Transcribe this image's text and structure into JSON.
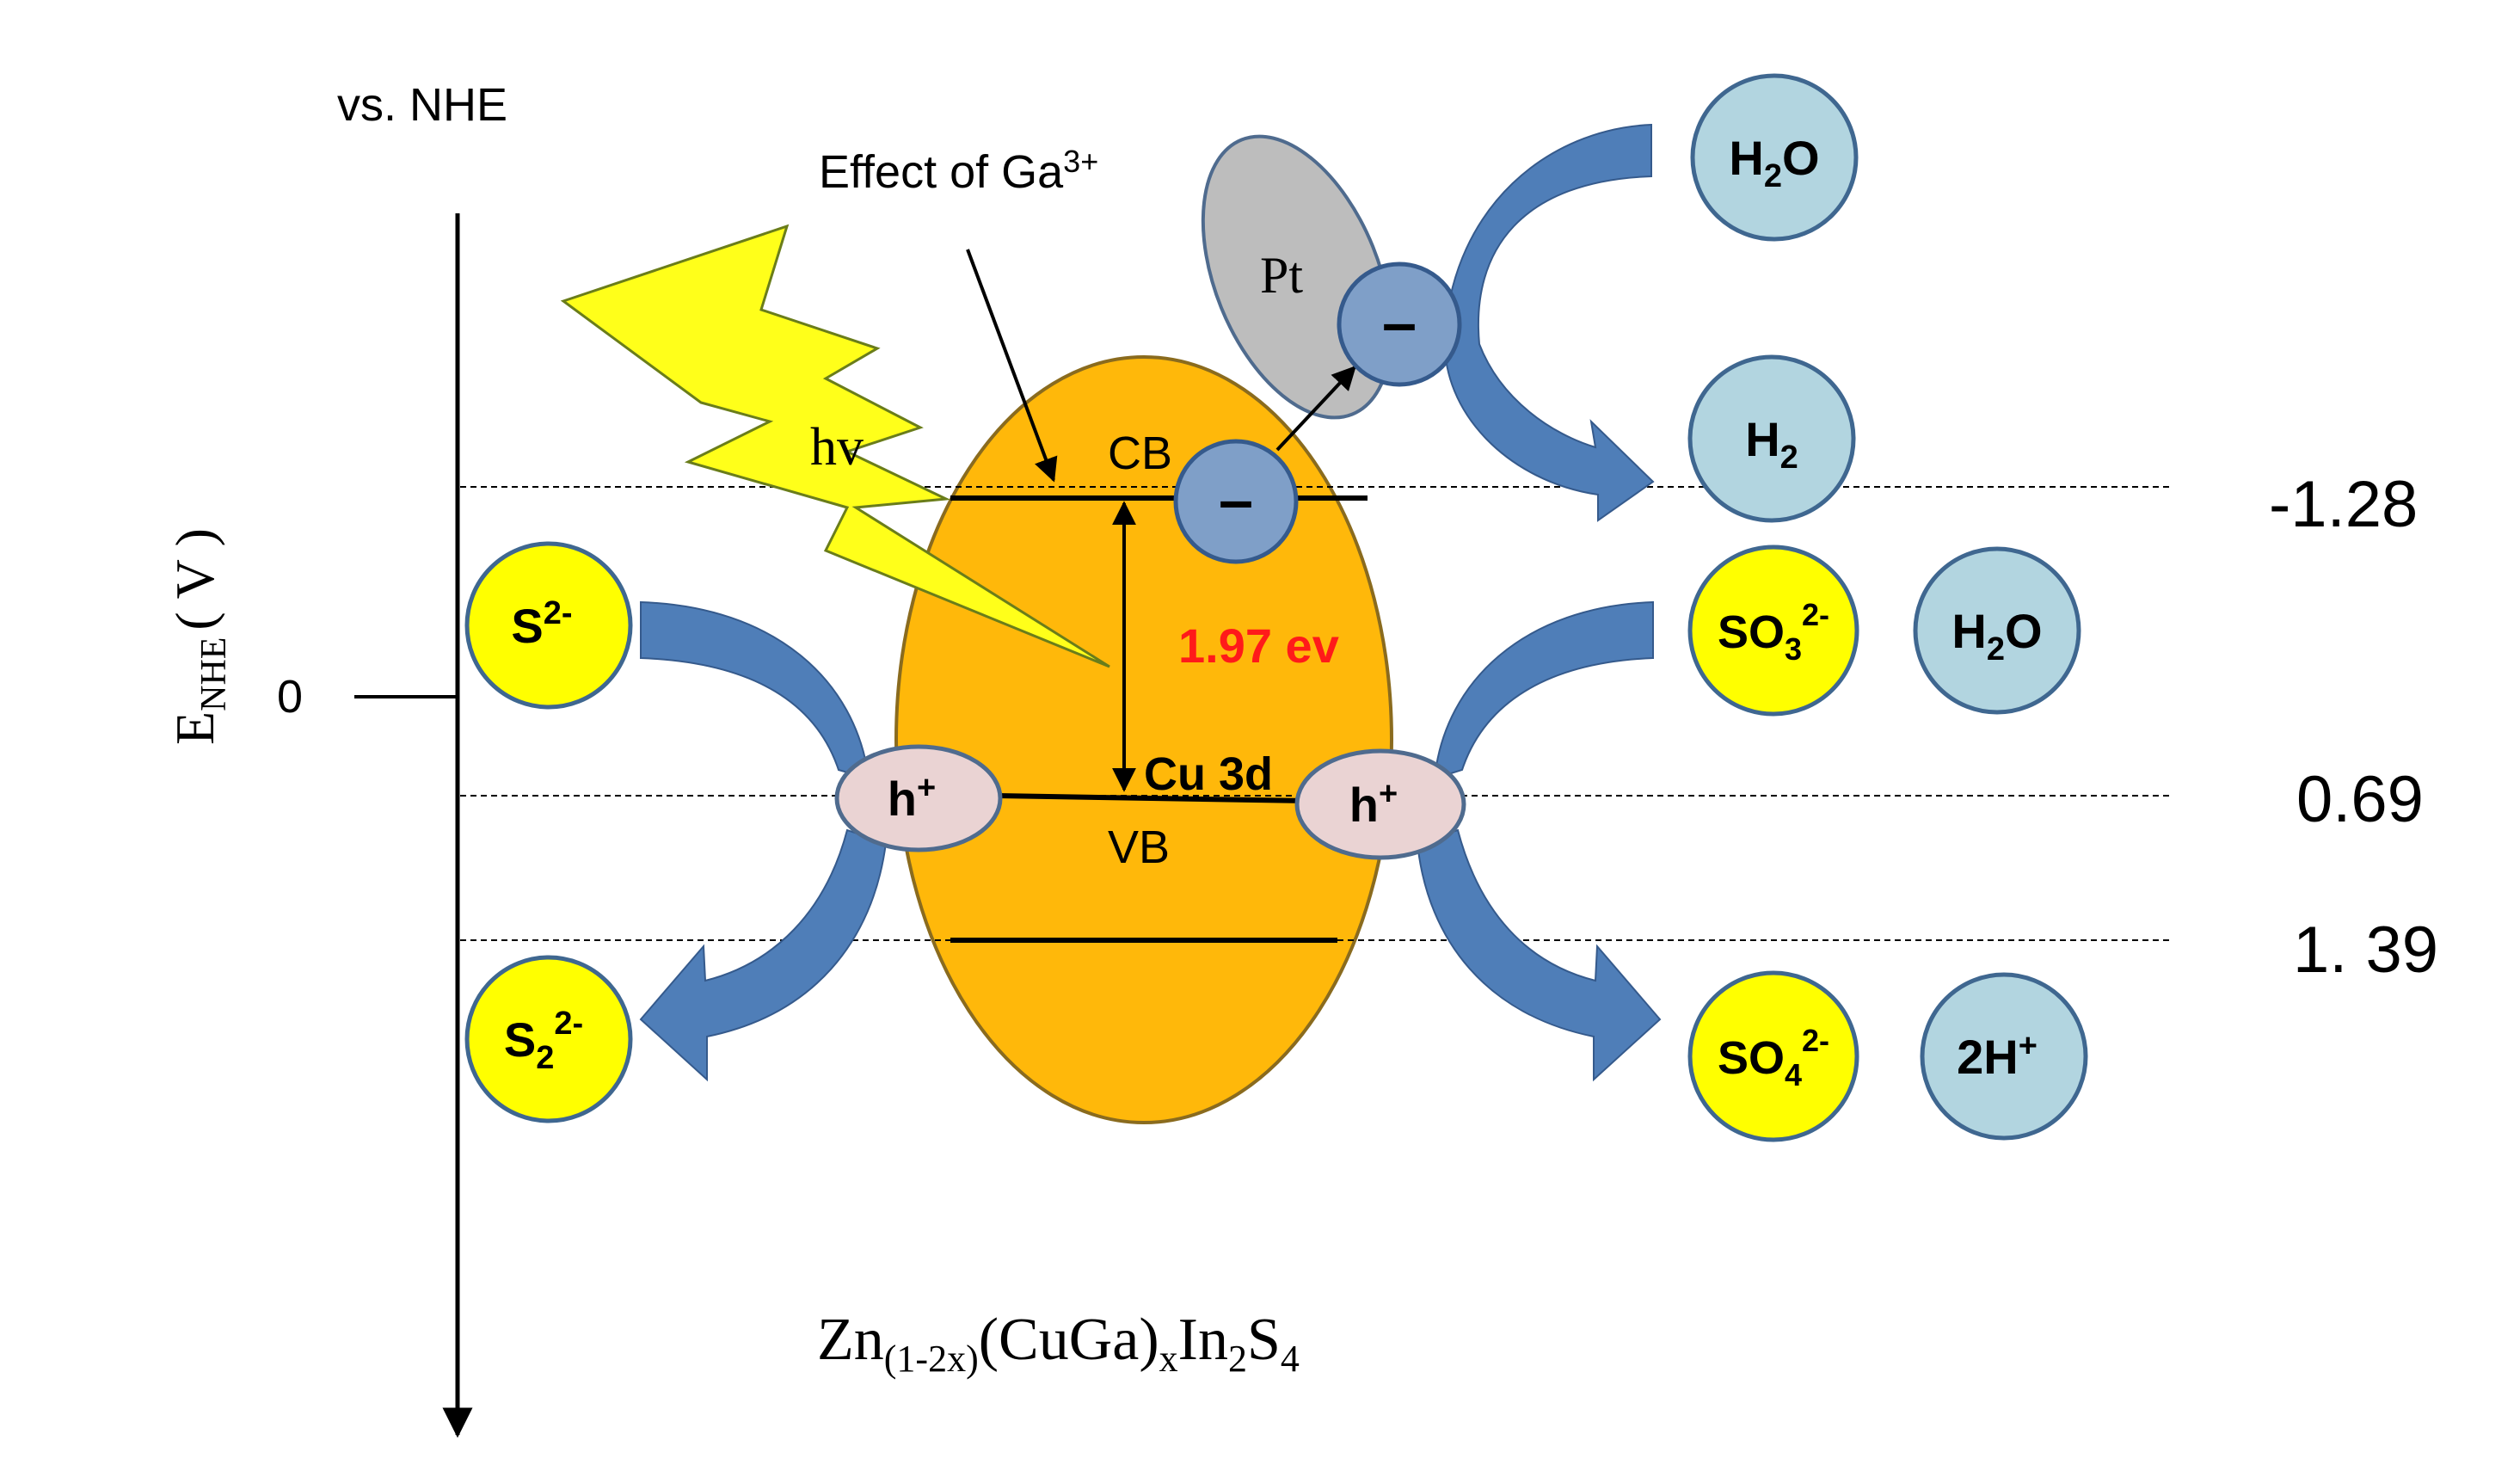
{
  "axis": {
    "reference": "vs. NHE",
    "label_main": "E",
    "label_sub": "NHE",
    "label_unit": "( V )",
    "zero_label": "0"
  },
  "levels": {
    "cb": "-1.28",
    "vb": "0.69",
    "deep": "1. 39"
  },
  "band": {
    "cb_label": "CB",
    "vb_label": "VB",
    "cu_label": "Cu 3d",
    "gap": "1.97 ev",
    "gap_color": "#ff1a1a"
  },
  "light": {
    "label": "hv"
  },
  "effect": {
    "prefix": "Effect of Ga",
    "sup": "3+"
  },
  "pt": {
    "label": "Pt"
  },
  "electron": {
    "symbol": "–"
  },
  "hole": {
    "base": "h",
    "sup": "+"
  },
  "species": {
    "h2o_top": {
      "base": "H",
      "sub": "2",
      "tail": "O"
    },
    "h2": {
      "base": "H",
      "sub": "2"
    },
    "so3": {
      "base": "SO",
      "sub": "3",
      "sup": "2-"
    },
    "h2o_mid": {
      "base": "H",
      "sub": "2",
      "tail": "O"
    },
    "so4": {
      "base": "SO",
      "sub": "4",
      "sup": "2-"
    },
    "h_plus": {
      "base": "2H",
      "sup": "+"
    },
    "s2minus": {
      "base": "S",
      "sup": "2-"
    },
    "s2_2minus": {
      "base": "S",
      "sub": "2",
      "sup": "2-"
    }
  },
  "formula": {
    "p1": "Zn",
    "s1": "(1-2x)",
    "p2": "(CuGa)",
    "s2": "x",
    "p3": "In",
    "s3": "2",
    "p4": "S",
    "s4": "4"
  },
  "colors": {
    "particle": "#ffb80a",
    "particle_edge": "#8a6b1e",
    "bolt": "#ffff1a",
    "pt": "#bdbdbd",
    "electron": "#7f9fc8",
    "hole": "#ead3d3",
    "yellow_species": "#ffff00",
    "blue_species": "#b2d5e0",
    "arrow": "#4f7eb8"
  }
}
